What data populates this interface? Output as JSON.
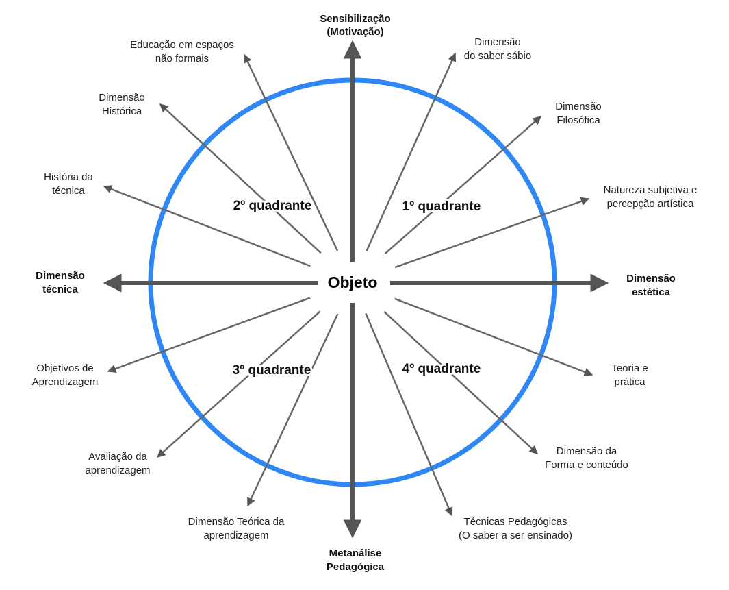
{
  "center_label": "Objeto",
  "colors": {
    "circle": "#2f87f5",
    "axis": "#555555",
    "spoke": "#666666"
  },
  "axes": {
    "top": [
      "Sensibilização",
      "(Motivação)"
    ],
    "bottom": [
      "Metanálise",
      "Pedagógica"
    ],
    "left": [
      "Dimensão",
      "técnica"
    ],
    "right": [
      "Dimensão",
      "estética"
    ]
  },
  "quadrants": [
    "1º quadrante",
    "2º quadrante",
    "3º quadrante",
    "4º quadrante"
  ],
  "spokes": [
    [
      "Dimensão",
      "do saber sábio"
    ],
    [
      "Dimensão",
      "Filosófica"
    ],
    [
      "Natureza subjetiva e",
      "percepção artística"
    ],
    [
      "Teoria e",
      "prática"
    ],
    [
      "Dimensão da",
      "Forma e conteúdo"
    ],
    [
      "Técnicas Pedagógicas",
      "(O saber a ser ensinado)"
    ],
    [
      "Dimensão Teórica da",
      "aprendizagem"
    ],
    [
      "Avaliação da",
      "aprendizagem"
    ],
    [
      "Objetivos de",
      "Aprendizagem"
    ],
    [
      "História da",
      "técnica"
    ],
    [
      "Dimensão",
      "Histórica"
    ],
    [
      "Educação em espaços",
      "não formais"
    ]
  ]
}
